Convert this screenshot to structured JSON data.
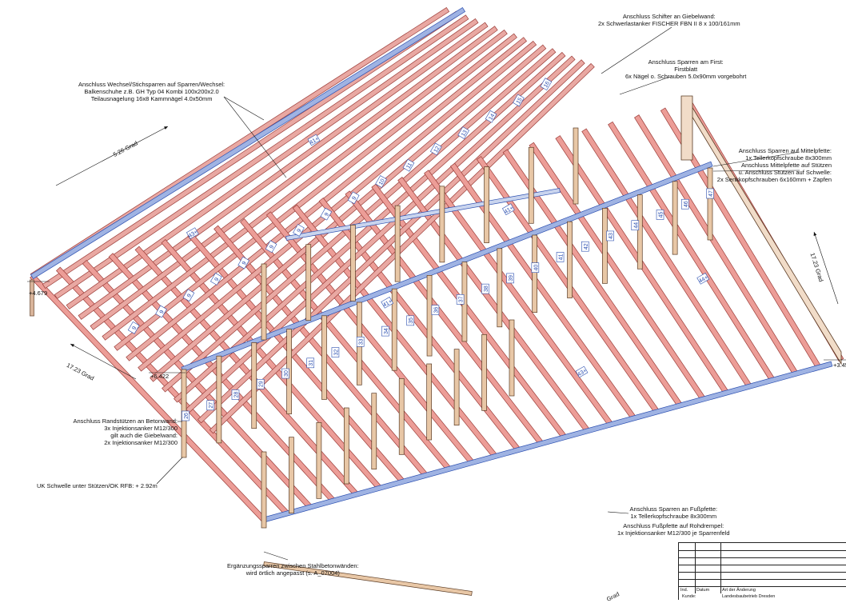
{
  "annotations": {
    "wechsel": [
      "Anschluss Wechsel/Stichsparren auf Sparren/Wechsel:",
      "Balkenschuhe z.B. GH Typ 04 Kombi 100x200x2.0",
      "Teilausnagelung 16x8 Kammnägel 4.0x50mm"
    ],
    "schifter": [
      "Anschluss Schifter an Giebelwand:",
      "2x Schwerlastanker FISCHER FBN II 8 x 100/161mm"
    ],
    "first": [
      "Anschluss Sparren am First:",
      "Firstblatt",
      "6x Nägel o. Schrauben 5.0x90mm vorgebohrt"
    ],
    "mittelpfette": [
      "Anschluss Sparren auf Mittelpfette:",
      "1x Tellerkopfschraube 8x300mm",
      "Anschluss Mittelpfette auf Stützen",
      "u. Anschluss Stützen auf Schwelle:",
      "2x Senkkopfschrauben 6x160mm + Zapfen"
    ],
    "randstuetzen": [
      "Anschluss Randstützen an Betonwand:",
      "3x Injektionsanker M12/300",
      "gilt auch die Giebelwand:",
      "2x Injektionsanker M12/300"
    ],
    "schwelle": "UK Schwelle unter Stützen/OK RFB: + 2.92m",
    "fusspfette": [
      "Anschluss Sparren an Fußpfette:",
      "1x Tellerkopfschraube 8x300mm",
      "Anschluss Fußpfette auf Rohdrempel:",
      "1x Injektionsanker M12/300 je Sparrenfeld"
    ],
    "ergaenzung": [
      "Ergänzungssparren zwischen Stahlbetonwänden:",
      "wird örtlich angepasst (s. A_07004)"
    ]
  },
  "dimensions": {
    "angle_top": "5.26 Grad",
    "angle_left": "17.23 Grad",
    "angle_right": "17.23 Grad",
    "angle_bottom": "Grad",
    "level_left": "+4.679",
    "level_mid": "+6.422",
    "level_right": "+3.45"
  },
  "rafter_labels": [
    "9",
    "9",
    "9",
    "9",
    "9",
    "9",
    "9",
    "9",
    "9",
    "10",
    "11",
    "12",
    "13",
    "14",
    "15",
    "16"
  ],
  "post_labels": [
    "26",
    "27",
    "28",
    "29",
    "30",
    "31",
    "32",
    "33",
    "34",
    "35",
    "36",
    "37",
    "38",
    "39",
    "40",
    "41",
    "42",
    "43",
    "44",
    "45",
    "46",
    "47"
  ],
  "beam_labels": [
    "43+",
    "41+",
    "41+",
    "41+",
    "43+",
    "44+"
  ],
  "title_block": {
    "row_labels": [
      "",
      "",
      "",
      "",
      "",
      ""
    ],
    "header": [
      "Ind.",
      "Datum",
      "Art der Änderung"
    ],
    "kunde_label": "Kunde:",
    "kunde_value": "Landesbaubetrieb Dresden"
  }
}
